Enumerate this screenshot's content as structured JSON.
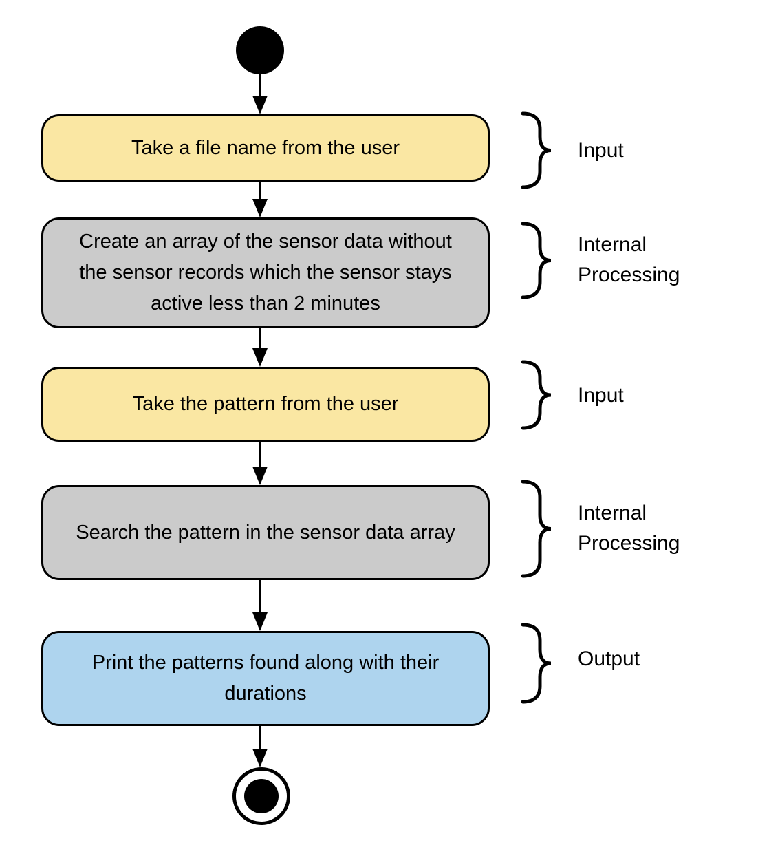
{
  "steps": [
    {
      "text": "Take a file name from the user",
      "category": "Input",
      "fill": "#FAE7A3"
    },
    {
      "text": "Create an array of the sensor data without the sensor records which the sensor stays active less than 2 minutes",
      "category": "Internal Processing",
      "fill": "#CBCBCB"
    },
    {
      "text": "Take the pattern from the user",
      "category": "Input",
      "fill": "#FAE7A3"
    },
    {
      "text": "Search the pattern in the sensor data array",
      "category": "Internal Processing",
      "fill": "#CBCBCB"
    },
    {
      "text": "Print the patterns found along with their durations",
      "category": "Output",
      "fill": "#AED4EE"
    }
  ],
  "colors": {
    "stroke": "#000000",
    "background": "#FFFFFF",
    "input_fill": "#FAE7A3",
    "processing_fill": "#CBCBCB",
    "output_fill": "#AED4EE"
  }
}
